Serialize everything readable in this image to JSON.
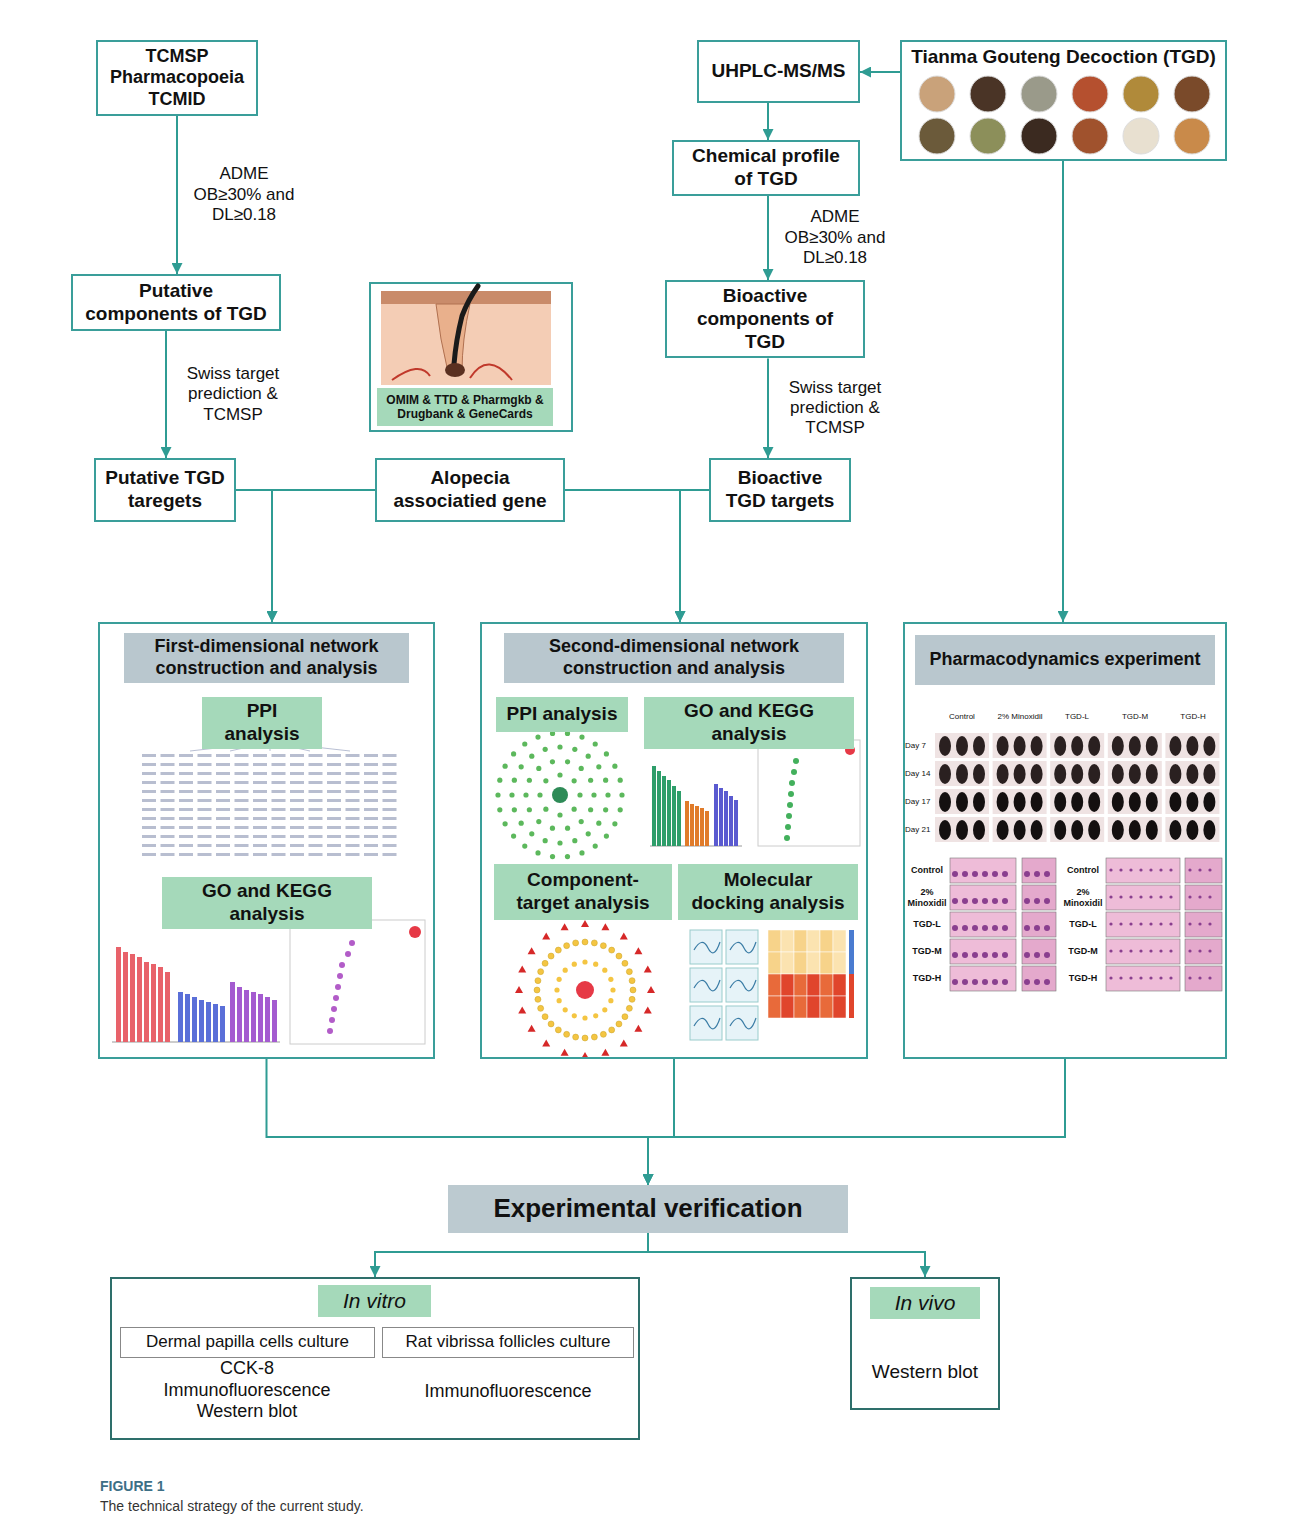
{
  "diagram": {
    "caption": "The technical strategy of the current study.",
    "nodes": [
      {
        "text": [
          "TCMSP Pharmacopoeia TCMID"
        ]
      },
      {
        "text": [
          "UHPLC-MS/MS"
        ]
      },
      {
        "text": [
          "Tianma Gouteng Decoction (TGD)"
        ]
      },
      {
        "text": [
          "Chemical profile of TGD"
        ]
      },
      {
        "text": [
          "Putative components of TGD"
        ]
      },
      {
        "text": [
          "OMIM & TTD & Pharmgkb & Drugbank & GeneCards"
        ]
      },
      {
        "text": [
          "Bioactive components of TGD"
        ]
      },
      {
        "text": [
          "Putative TGD taregets"
        ]
      },
      {
        "text": [
          "Alopecia associatied gene"
        ]
      },
      {
        "text": [
          "Bioactive TGD targets"
        ]
      },
      {
        "text": [
          "First-dimensional network construction and analysis"
        ]
      },
      {
        "text": [
          "PPI analysis"
        ],
        "in": 10
      },
      {
        "text": [
          "GO and KEGG analysis"
        ],
        "in": 10
      },
      {
        "text": [
          "Second-dimensional network construction and analysis"
        ]
      },
      {
        "text": [
          "PPI analysis"
        ],
        "in": 13
      },
      {
        "text": [
          "GO and KEGG analysis"
        ],
        "in": 13
      },
      {
        "text": [
          "Component-target analysis"
        ],
        "in": 13
      },
      {
        "text": [
          "Molecular docking analysis"
        ],
        "in": 13
      },
      {
        "text": [
          "Pharmacodynamics experiment"
        ]
      },
      {
        "text": [
          "Experimental verification"
        ]
      },
      {
        "text": [
          "In vitro"
        ]
      },
      {
        "text": [
          "Dermal papilla cells culture"
        ],
        "in": 20
      },
      {
        "text": [
          "Rat vibrissa follicles culture"
        ],
        "in": 20
      },
      {
        "text": [
          "In vivo"
        ]
      }
    ],
    "edges": [
      {
        "from": 0,
        "to": 4,
        "arrow": "to",
        "label": "ADME OB≥30% and DL≥0.18"
      },
      {
        "from": 2,
        "to": 1,
        "arrow": "to"
      },
      {
        "from": 1,
        "to": 3,
        "arrow": "to"
      },
      {
        "from": 3,
        "to": 6,
        "arrow": "to",
        "label": "ADME OB≥30% and DL≥0.18"
      },
      {
        "from": 4,
        "to": 7,
        "arrow": "to",
        "label": "Swiss target prediction & TCMSP"
      },
      {
        "from": 6,
        "to": 9,
        "arrow": "to",
        "label": "Swiss target prediction & TCMSP"
      },
      {
        "from": 2,
        "to": 18,
        "arrow": "to"
      },
      {
        "from": 7,
        "to": 10,
        "arrow": "to"
      },
      {
        "from": 8,
        "to": 10,
        "arrow": "to"
      },
      {
        "from": 8,
        "to": 13,
        "arrow": "to"
      },
      {
        "from": 9,
        "to": 13,
        "arrow": "to"
      },
      {
        "from": 10,
        "to": 19,
        "arrow": "to"
      },
      {
        "from": 13,
        "to": 19,
        "arrow": "to"
      },
      {
        "from": 18,
        "to": 19,
        "arrow": "to"
      },
      {
        "from": 19,
        "to": 20,
        "arrow": "to"
      },
      {
        "from": 19,
        "to": 23,
        "arrow": "to"
      }
    ],
    "labels": [
      "FIGURE 1",
      "Control",
      "2% Minoxidil",
      "TGD-L",
      "TGD-M",
      "TGD-H",
      "Day 7",
      "Day 14",
      "Day 17",
      "Day 21",
      "Control",
      "2% Minoxidil",
      "TGD-L",
      "TGD-M",
      "TGD-H",
      "Control",
      "2% Minoxidil",
      "TGD-L",
      "TGD-M",
      "TGD-H",
      "CCK-8 Immunofluorescence Western blot",
      "Immunofluorescence",
      "Western blot"
    ]
  }
}
